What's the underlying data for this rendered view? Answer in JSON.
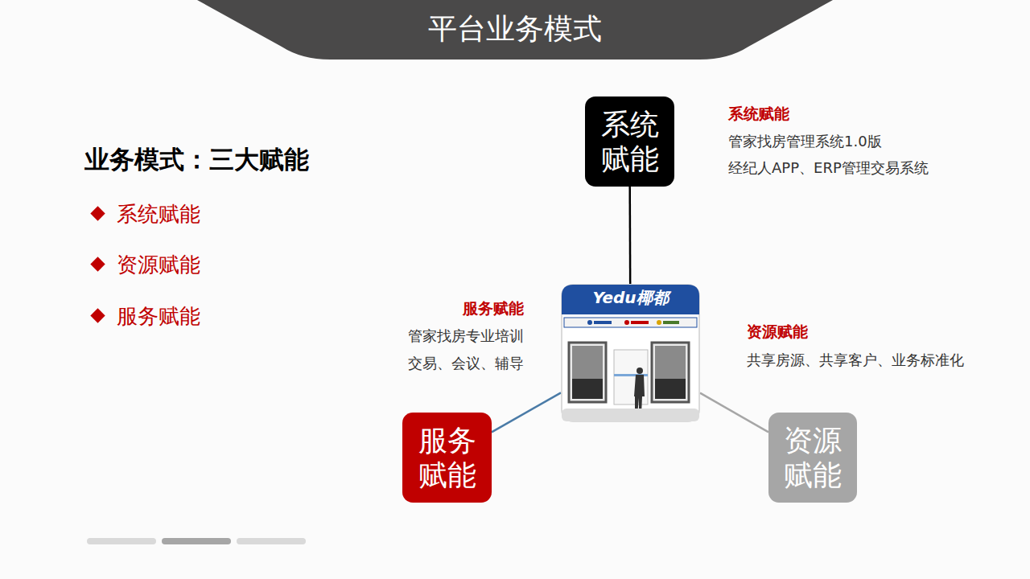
{
  "diagram": {
    "title": "平台业务模式",
    "nodes": [
      {
        "text": [
          "系统 赋能"
        ]
      },
      {
        "text": [
          "Yedu椰都"
        ]
      },
      {
        "text": [
          "服务 赋能"
        ]
      },
      {
        "text": [
          "资源 赋能"
        ]
      }
    ],
    "edges": [
      {
        "from": 0,
        "to": 1,
        "arrow": "none"
      },
      {
        "from": 1,
        "to": 2,
        "arrow": "none"
      },
      {
        "from": 1,
        "to": 3,
        "arrow": "none"
      }
    ],
    "labels": [
      "业务模式：三大赋能",
      "系统赋能",
      "资源赋能",
      "服务赋能",
      "系统赋能",
      "管家找房管理系统1.0版",
      "经纪人APP、ERP管理交易系统",
      "服务赋能",
      "管家找房专业培训",
      "交易、会议、辅导",
      "资源赋能",
      "共享房源、共享客户、业务标准化"
    ]
  }
}
